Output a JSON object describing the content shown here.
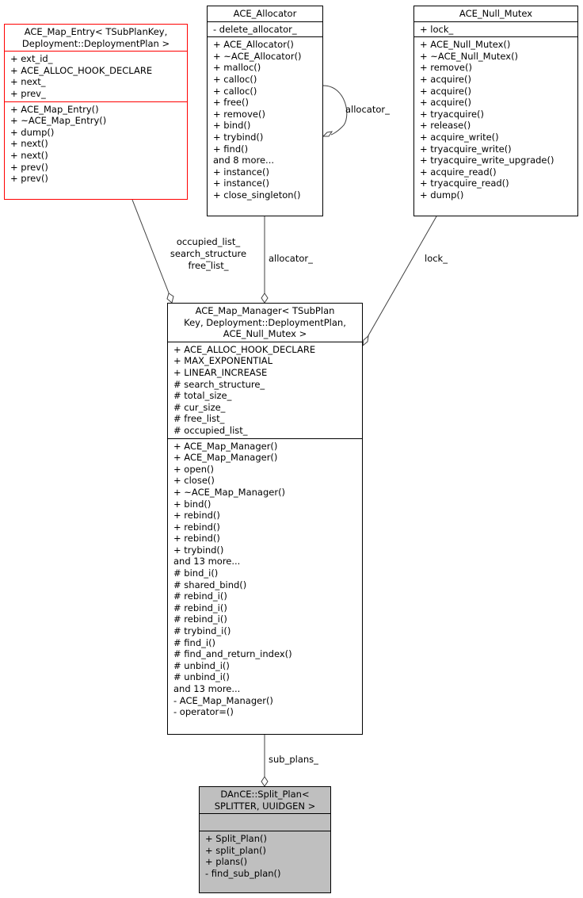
{
  "classes": {
    "map_entry": {
      "title": [
        "ACE_Map_Entry< TSubPlanKey,",
        "Deployment::DeploymentPlan >"
      ],
      "attributes": [
        "+ ext_id_",
        "+ ACE_ALLOC_HOOK_DECLARE",
        "+ next_",
        "+ prev_"
      ],
      "methods": [
        "+ ACE_Map_Entry()",
        "+ ~ACE_Map_Entry()",
        "+ dump()",
        "+ next()",
        "+ next()",
        "+ prev()",
        "+ prev()"
      ]
    },
    "allocator": {
      "title": [
        "ACE_Allocator"
      ],
      "attributes": [
        "- delete_allocator_"
      ],
      "methods": [
        "+ ACE_Allocator()",
        "+ ~ACE_Allocator()",
        "+ malloc()",
        "+ calloc()",
        "+ calloc()",
        "+ free()",
        "+ remove()",
        "+ bind()",
        "+ trybind()",
        "+ find()",
        "and 8 more...",
        "+ instance()",
        "+ instance()",
        "+ close_singleton()"
      ]
    },
    "null_mutex": {
      "title": [
        "ACE_Null_Mutex"
      ],
      "attributes": [
        "+ lock_"
      ],
      "methods": [
        "+ ACE_Null_Mutex()",
        "+ ~ACE_Null_Mutex()",
        "+ remove()",
        "+ acquire()",
        "+ acquire()",
        "+ acquire()",
        "+ tryacquire()",
        "+ release()",
        "+ acquire_write()",
        "+ tryacquire_write()",
        "+ tryacquire_write_upgrade()",
        "+ acquire_read()",
        "+ tryacquire_read()",
        "+ dump()"
      ]
    },
    "map_manager": {
      "title": [
        "ACE_Map_Manager< TSubPlan",
        "Key, Deployment::DeploymentPlan,",
        "ACE_Null_Mutex >"
      ],
      "attributes": [
        "+ ACE_ALLOC_HOOK_DECLARE",
        "+ MAX_EXPONENTIAL",
        "+ LINEAR_INCREASE",
        "# search_structure_",
        "# total_size_",
        "# cur_size_",
        "# free_list_",
        "# occupied_list_"
      ],
      "methods": [
        "+ ACE_Map_Manager()",
        "+ ACE_Map_Manager()",
        "+ open()",
        "+ close()",
        "+ ~ACE_Map_Manager()",
        "+ bind()",
        "+ rebind()",
        "+ rebind()",
        "+ rebind()",
        "+ trybind()",
        "and 13 more...",
        "# bind_i()",
        "# shared_bind()",
        "# rebind_i()",
        "# rebind_i()",
        "# rebind_i()",
        "# trybind_i()",
        "# find_i()",
        "# find_and_return_index()",
        "# unbind_i()",
        "# unbind_i()",
        "and 13 more...",
        "- ACE_Map_Manager()",
        "- operator=()"
      ]
    },
    "split_plan": {
      "title": [
        "DAnCE::Split_Plan<",
        "SPLITTER, UUIDGEN >"
      ],
      "attributes": [],
      "methods": [
        "+ Split_Plan()",
        "+ split_plan()",
        "+ plans()",
        "- find_sub_plan()"
      ]
    }
  },
  "edge_labels": {
    "allocator_self": "allocator_",
    "entry_to_manager": [
      "occupied_list_",
      "search_structure",
      "_",
      "free_list_"
    ],
    "allocator_to_manager": "allocator_",
    "mutex_to_manager": "lock_",
    "manager_to_split": "sub_plans_"
  },
  "colors": {
    "border": "#000000",
    "highlight_border": "#ff0000",
    "focus_fill": "#bfbfbf",
    "edge": "#404040"
  }
}
